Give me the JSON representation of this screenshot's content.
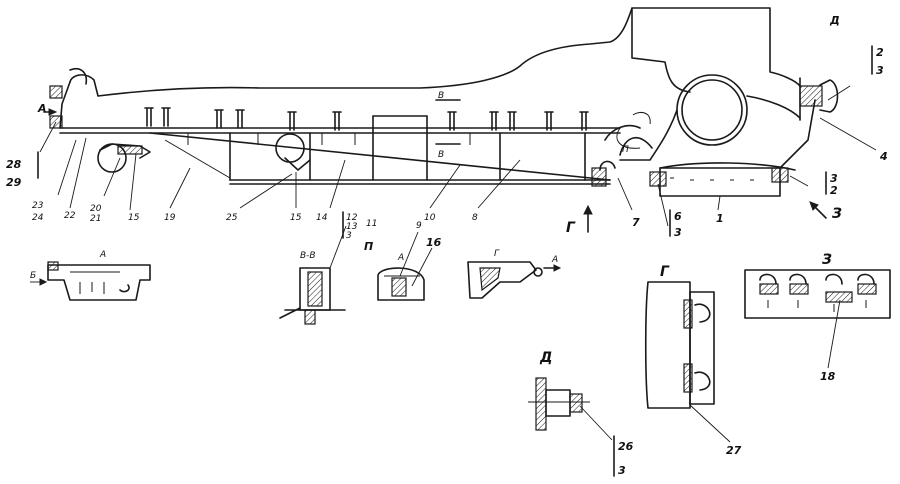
{
  "diagram": {
    "views": {
      "A": "А",
      "B": "Б",
      "G": "Г",
      "D": "Д",
      "Z": "З",
      "P": "П",
      "VV": "В-В",
      "V": "В"
    },
    "callouts": {
      "c1": "1",
      "c2": "2",
      "c3": "3",
      "c4": "4",
      "c6": "6",
      "c7": "7",
      "c8": "8",
      "c9": "9",
      "c10": "10",
      "c11": "11",
      "c12": "12",
      "c13": "13",
      "c14": "14",
      "c15": "15",
      "c15b": "15",
      "c16": "16",
      "c18": "18",
      "c19": "19",
      "c20": "20",
      "c21": "21",
      "c22": "22",
      "c23": "23",
      "c24": "24",
      "c25": "25",
      "c26": "26",
      "c27": "27",
      "c28": "28",
      "c29": "29"
    },
    "stacks": {
      "top_right": [
        "2",
        "3"
      ],
      "mid_right": [
        "3",
        "2"
      ],
      "left": [
        "28",
        "29"
      ],
      "left_b": [
        "23",
        "24"
      ],
      "left_c": [
        "20",
        "21"
      ],
      "vv": [
        "12",
        "13",
        "3"
      ],
      "g6": [
        "6",
        "3"
      ],
      "d26": [
        "26",
        "3"
      ]
    }
  }
}
